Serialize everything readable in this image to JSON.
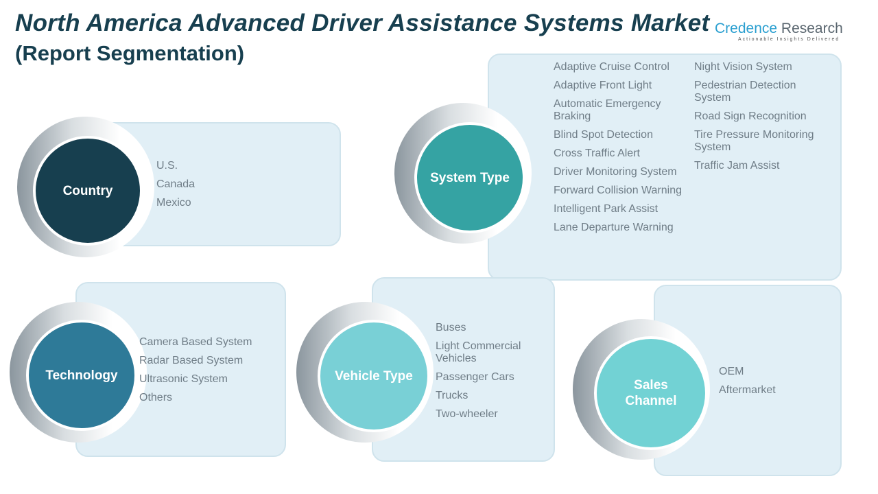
{
  "title": "North America Advanced Driver Assistance Systems Market",
  "subtitle": "(Report Segmentation)",
  "logo": {
    "brand_first": "Credence",
    "brand_second": " Research",
    "tagline": "Actionable Insights Delivered"
  },
  "colors": {
    "country": "#173f4f",
    "system_type": "#35a3a3",
    "technology": "#2e7a98",
    "vehicle_type": "#79d0d6",
    "sales_channel": "#72d2d4"
  },
  "segments": {
    "country": {
      "label": "Country",
      "items": [
        "U.S.",
        "Canada",
        "Mexico"
      ]
    },
    "system_type": {
      "label": "System Type",
      "col1": [
        "Adaptive Cruise Control",
        "Adaptive Front Light",
        "Automatic Emergency Braking",
        "Blind Spot Detection",
        "Cross Traffic Alert",
        "Driver Monitoring System",
        "Forward Collision Warning",
        "Intelligent Park Assist",
        "Lane Departure Warning"
      ],
      "col2": [
        "Night Vision System",
        "Pedestrian Detection System",
        "Road Sign Recognition",
        "Tire Pressure Monitoring System",
        "Traffic Jam Assist"
      ]
    },
    "technology": {
      "label": "Technology",
      "items": [
        "Camera Based System",
        "Radar Based System",
        "Ultrasonic System",
        "Others"
      ]
    },
    "vehicle_type": {
      "label": "Vehicle Type",
      "items": [
        "Buses",
        "Light Commercial Vehicles",
        "Passenger Cars",
        "Trucks",
        "Two-wheeler"
      ]
    },
    "sales_channel": {
      "label": "Sales Channel",
      "items": [
        "OEM",
        "Aftermarket"
      ]
    }
  }
}
